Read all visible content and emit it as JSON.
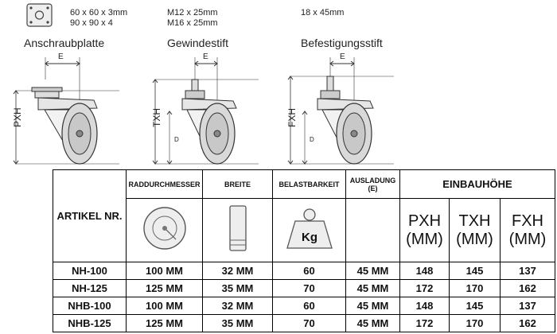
{
  "specs": {
    "plate": [
      "60 x 60 x 3mm",
      "90 x 90 x 4"
    ],
    "stem": [
      "M12 x 25mm",
      "M16 x 25mm"
    ],
    "pin": [
      "18 x 45mm"
    ]
  },
  "mounts": {
    "plate": "Anschraubplatte",
    "stem": "Gewindestift",
    "pin": "Befestigungsstift"
  },
  "dims": {
    "e": "E",
    "d": "D",
    "pxh": "PXH",
    "txh": "TXH",
    "fxh": "FXH"
  },
  "table": {
    "headers": {
      "article": "ARTIKEL NR.",
      "wheel_diameter": "RADDURCHMESSER",
      "width": "BREITE",
      "load": "BELASTBARKEIT",
      "offset": "AUSLADUNG (E)",
      "install_height": "EINBAUHÖHE",
      "pxh": "PXH",
      "txh": "TXH",
      "fxh": "FXH",
      "unit": "(MM)",
      "weight_label": "Kg"
    },
    "rows": [
      {
        "article": "NH-100",
        "diameter": "100 MM",
        "width": "32 MM",
        "load": "60",
        "offset": "45 MM",
        "pxh": "148",
        "txh": "145",
        "fxh": "137"
      },
      {
        "article": "NH-125",
        "diameter": "125 MM",
        "width": "35 MM",
        "load": "70",
        "offset": "45 MM",
        "pxh": "172",
        "txh": "170",
        "fxh": "162"
      },
      {
        "article": "NHB-100",
        "diameter": "100 MM",
        "width": "32 MM",
        "load": "60",
        "offset": "45 MM",
        "pxh": "148",
        "txh": "145",
        "fxh": "137"
      },
      {
        "article": "NHB-125",
        "diameter": "125 MM",
        "width": "35 MM",
        "load": "70",
        "offset": "45 MM",
        "pxh": "172",
        "txh": "170",
        "fxh": "162"
      }
    ]
  }
}
